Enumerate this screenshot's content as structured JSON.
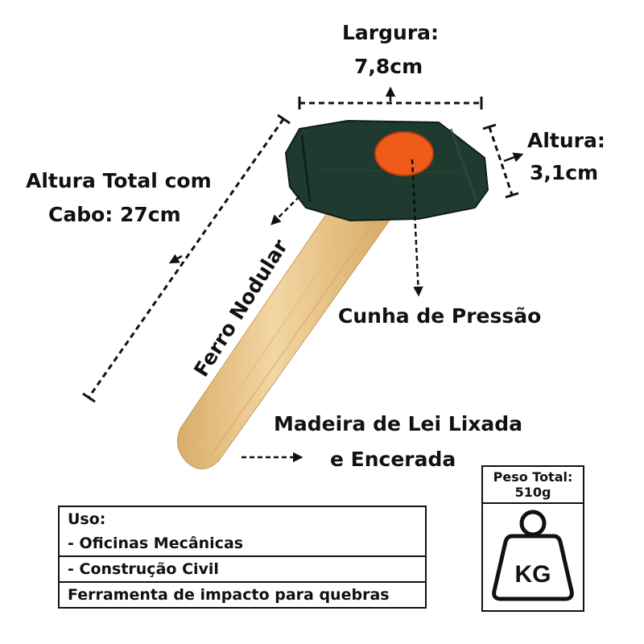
{
  "labels": {
    "width_title": "Largura:",
    "width_value": "7,8cm",
    "height_title": "Altura:",
    "height_value": "3,1cm",
    "total_height_line1": "Altura Total com",
    "total_height_line2": "Cabo: 27cm",
    "material": "Ferro Nodular",
    "wedge": "Cunha de Pressão",
    "wood_line1": "Madeira de Lei Lixada",
    "wood_line2": "e Encerada"
  },
  "usage": {
    "title": "Uso:",
    "items": [
      "- Oficinas Mecânicas",
      "- Construção Civil"
    ],
    "footer": "Ferramenta de impacto para quebras"
  },
  "weight": {
    "title": "Peso Total:",
    "value": "510g",
    "icon_text": "KG",
    "icon": "weight-kg-icon"
  },
  "colors": {
    "hammer_head": "#1f3a2f",
    "wedge": "#f05a1a",
    "handle": "#ecc98f",
    "ink": "#111111"
  }
}
